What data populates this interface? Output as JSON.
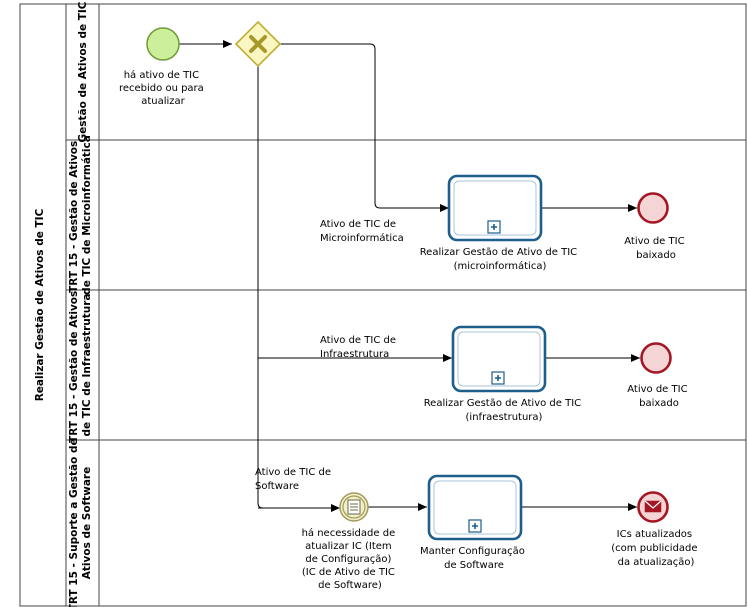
{
  "pool": {
    "title": "Realizar Gestão de Ativos de TIC"
  },
  "lanes": [
    {
      "title_lines": [
        "Gestão de Ativos de TIC"
      ]
    },
    {
      "title_lines": [
        "TRT 15 - Gestão de Ativos",
        "de TIC de Microinformática"
      ]
    },
    {
      "title_lines": [
        "TRT 15 - Gestão de Ativos",
        "de TIC de Infraestrutura"
      ]
    },
    {
      "title_lines": [
        "TRT 15 - Suporte a Gestão de",
        "Ativos de Software"
      ]
    }
  ],
  "start_event": {
    "label_lines": [
      "há ativo de TIC",
      "recebido ou  para",
      "atualizar"
    ]
  },
  "flows": {
    "microinformatica": [
      "Ativo de TIC de",
      "Microinformática"
    ],
    "infraestrutura": [
      "Ativo de TIC de",
      "Infraestrutura"
    ],
    "software": [
      "Ativo de TIC de",
      "Software"
    ]
  },
  "tasks": {
    "microinformatica": [
      "Realizar Gestão de Ativo de TIC",
      "(microinformática)"
    ],
    "infraestrutura": [
      "Realizar Gestão de Ativo de TIC",
      "(infraestrutura)"
    ],
    "software": [
      "Manter Configuração",
      "de Software"
    ]
  },
  "end_events": {
    "microinformatica": [
      "Ativo de TIC",
      "baixado"
    ],
    "infraestrutura": [
      "Ativo de TIC",
      "baixado"
    ],
    "software": [
      "ICs atualizados",
      "(com publicidade",
      "da atualização)"
    ]
  },
  "intermediate_event": {
    "label_lines": [
      "há necessidade de",
      "atualizar IC (Item",
      "de Configuração)",
      "(IC  de Ativo de TIC",
      "de Software)"
    ]
  },
  "colors": {
    "start_fill": "#cbef9b",
    "start_stroke": "#6f9a37",
    "gateway_fill": "#fbf7c3",
    "gateway_stroke": "#bfae32",
    "end_fill": "#f4d4d4",
    "end_stroke": "#a31622",
    "task_stroke": "#1d5f8a",
    "message_fill": "#a31622",
    "intermediate_fill": "#f0efc8",
    "intermediate_stroke": "#a19a5b"
  }
}
